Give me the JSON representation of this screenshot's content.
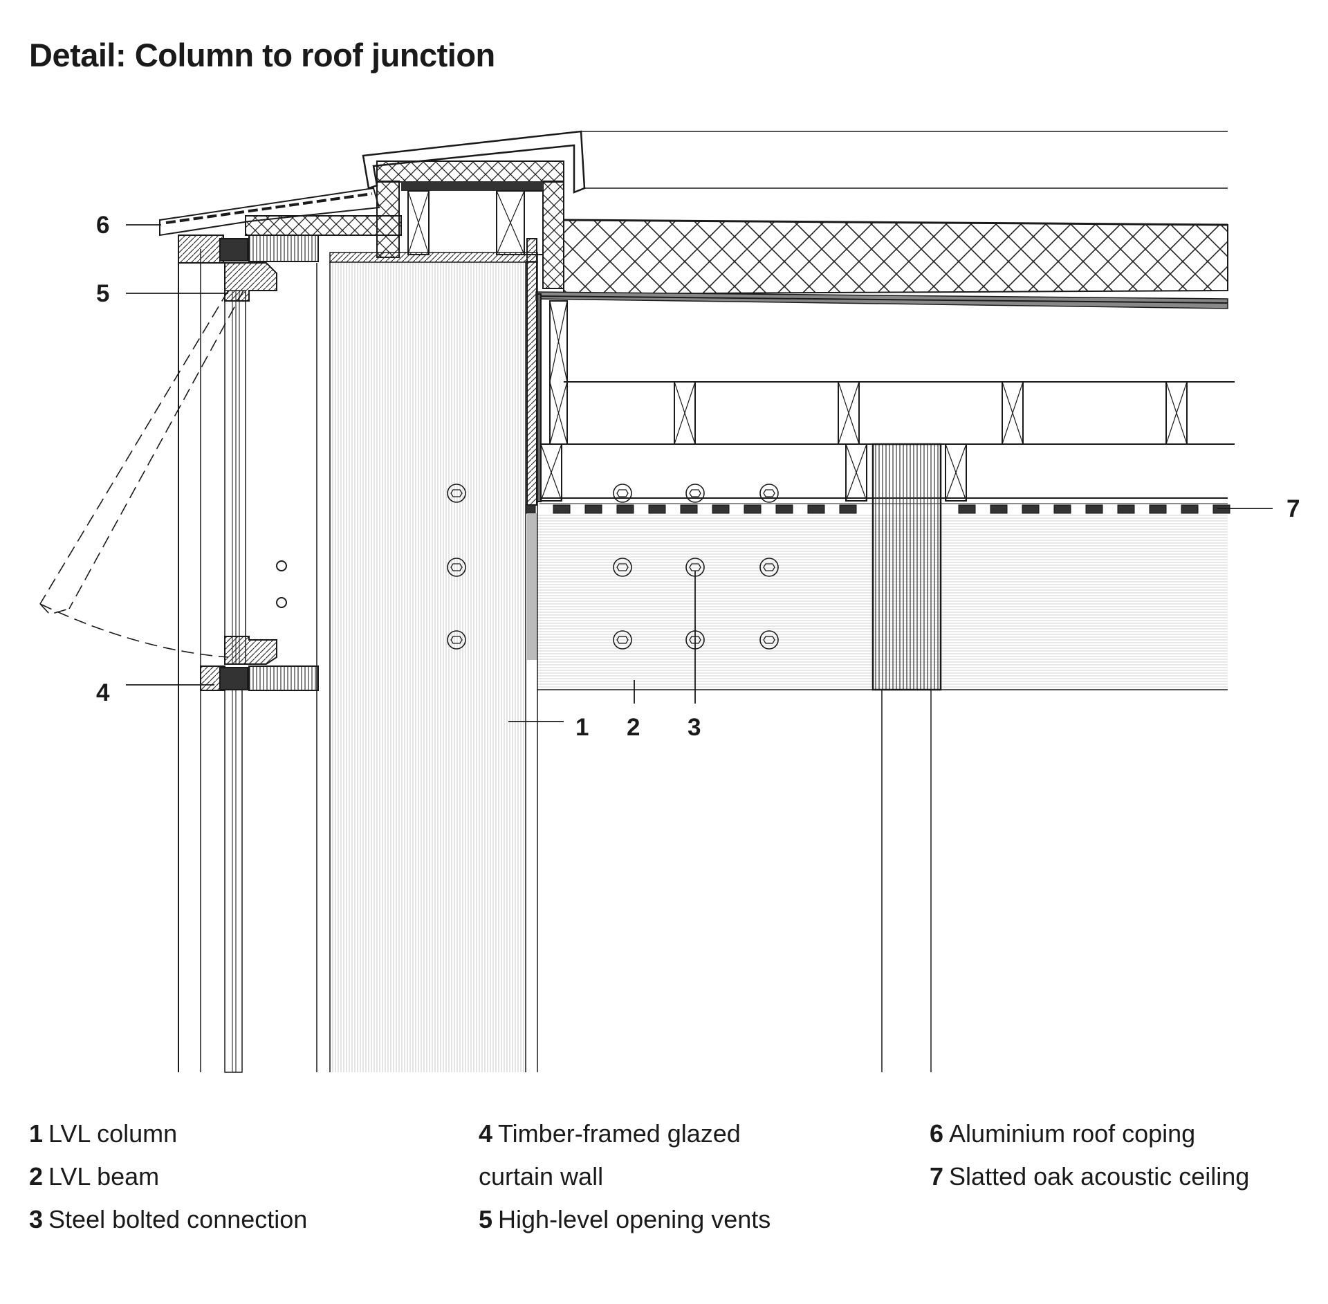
{
  "title": "Detail: Column to roof junction",
  "callouts": [
    "1",
    "2",
    "3",
    "4",
    "5",
    "6",
    "7"
  ],
  "legend": [
    {
      "number": "1",
      "text": "LVL column"
    },
    {
      "number": "2",
      "text": "LVL beam"
    },
    {
      "number": "3",
      "text": "Steel bolted connection"
    },
    {
      "number": "4",
      "text": "Timber-framed glazed",
      "text_line2": "curtain wall"
    },
    {
      "number": "5",
      "text": "High-level opening vents"
    },
    {
      "number": "6",
      "text": "Aluminium roof coping"
    },
    {
      "number": "7",
      "text": "Slatted oak acoustic ceiling"
    }
  ]
}
